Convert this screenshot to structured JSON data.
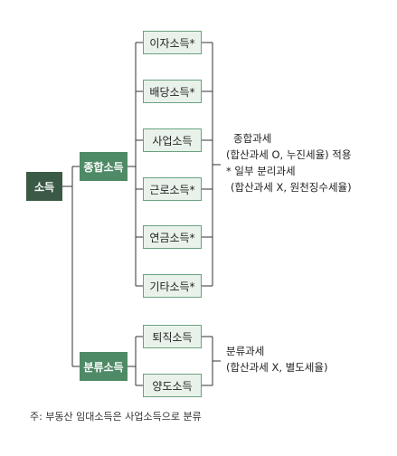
{
  "root": "소득",
  "categories": [
    {
      "label": "종합소득",
      "items": [
        "이자소득*",
        "배당소득*",
        "사업소득",
        "근로소득*",
        "연금소득*",
        "기타소득*"
      ]
    },
    {
      "label": "분류소득",
      "items": [
        "퇴직소득",
        "양도소득"
      ]
    }
  ],
  "notes": {
    "comprehensive": [
      "종합과세",
      "(합산과세 O,  누진세율) 적용",
      "* 일부  분리과세",
      "(합산과세 X,  원천징수세율)"
    ],
    "separate": [
      "분류과세",
      "(합산과세 X,  별도세율)"
    ]
  },
  "footnote": "주:  부동산  임대소득은  사업소득으로  분류"
}
